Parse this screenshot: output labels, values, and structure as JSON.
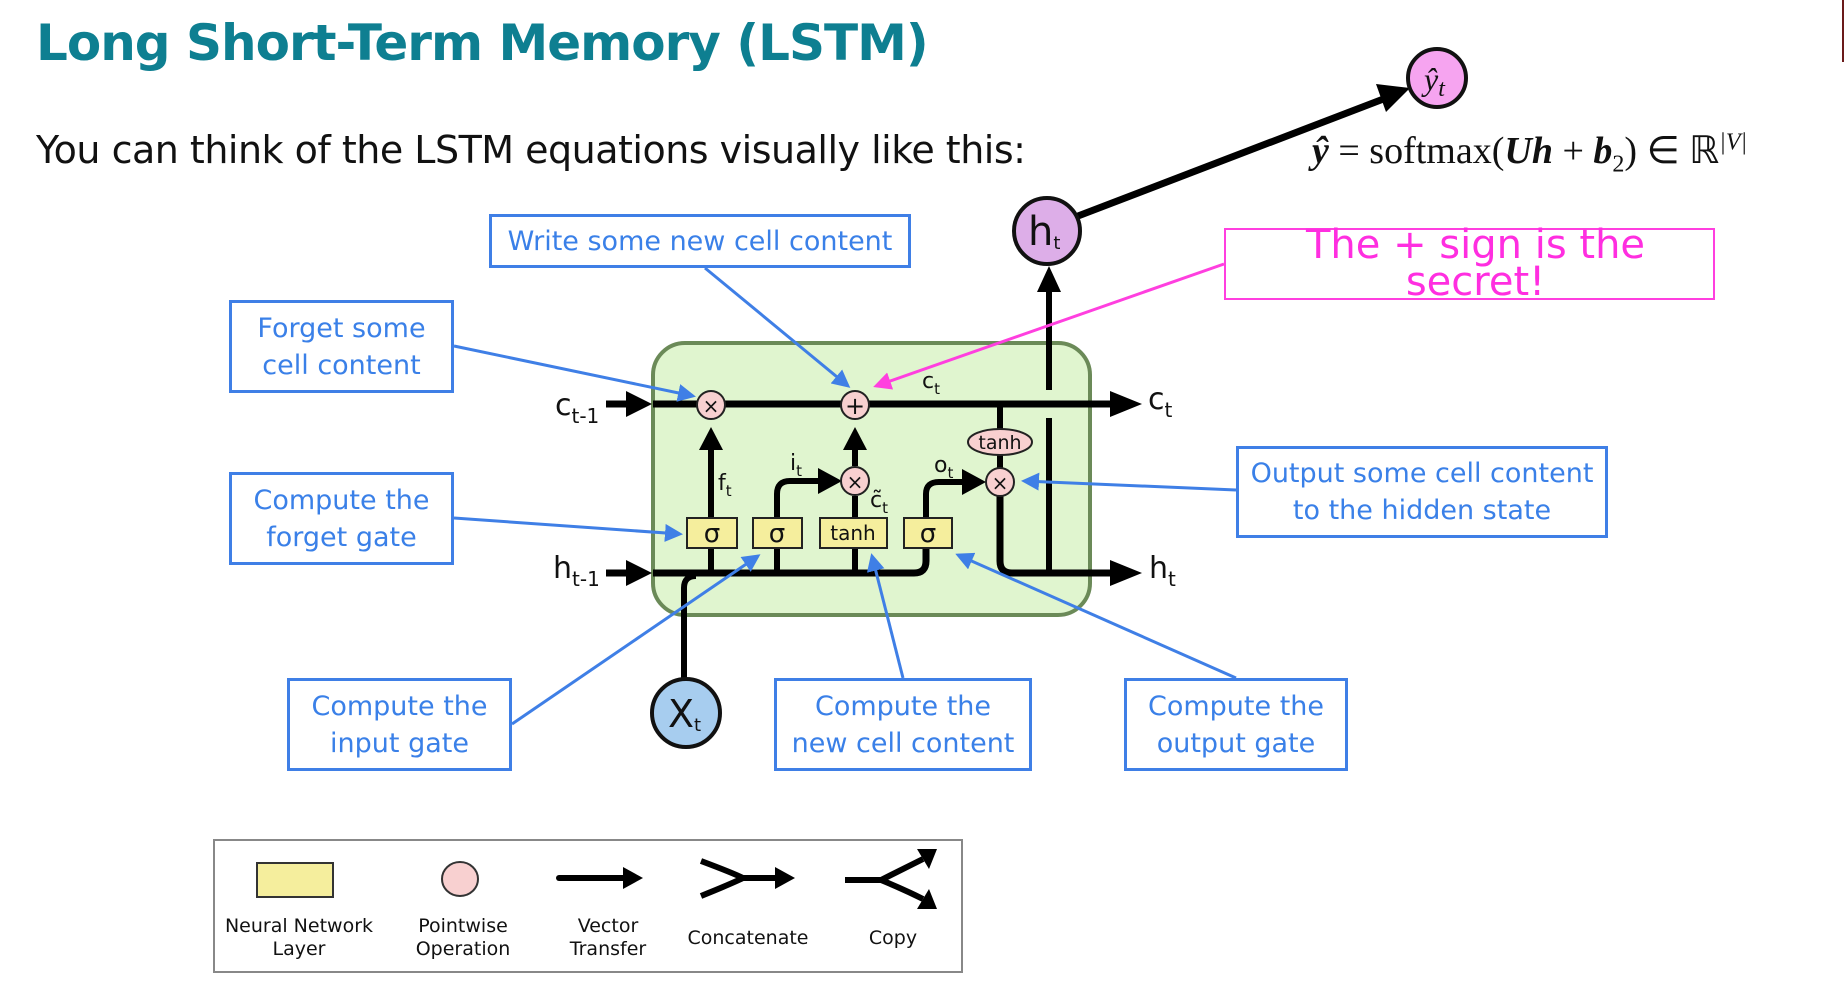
{
  "slide": {
    "title": "Long Short-Term Memory (LSTM)",
    "subtitle": "You can think of the LSTM equations visually like this:",
    "formula": {
      "lhs": "ŷ",
      "equals": " = softmax(",
      "U": "U",
      "h": "h",
      "plus": " + ",
      "b": "b",
      "b_sub": "2",
      "close_in": ") ∈ ℝ",
      "sup": "|V|"
    }
  },
  "annotations": {
    "write": "Write some new cell content",
    "forget": "Forget some\ncell content",
    "forget_gate": "Compute the\nforget gate",
    "input_gate": "Compute the\ninput gate",
    "new_cell": "Compute the\nnew cell content",
    "output_gate": "Compute the\noutput gate",
    "output": "Output some cell content\nto the hidden state",
    "secret": "The + sign is the secret!"
  },
  "diagram": {
    "inputs": {
      "c_prev": "c",
      "c_prev_sub": "t-1",
      "h_prev": "h",
      "h_prev_sub": "t-1",
      "x": "X",
      "x_sub": "t"
    },
    "outputs": {
      "c": "c",
      "c_sub": "t",
      "h": "h",
      "h_sub": "t",
      "h_node": "h",
      "h_node_sub": "t",
      "y_node": "ŷ",
      "y_node_sub": "t"
    },
    "gates": [
      {
        "name": "forget",
        "op": "σ",
        "signal": "f",
        "signal_sub": "t"
      },
      {
        "name": "input",
        "op": "σ",
        "signal": "i",
        "signal_sub": "t"
      },
      {
        "name": "candidate",
        "op": "tanh",
        "signal": "c̃",
        "signal_sub": "t"
      },
      {
        "name": "output",
        "op": "σ",
        "signal": "o",
        "signal_sub": "t"
      }
    ],
    "pointwise": {
      "forget_mult": "×",
      "add": "+",
      "input_mult": "×",
      "output_mult": "×",
      "tanh": "tanh"
    },
    "cell_state_label": "c",
    "cell_state_sub": "t"
  },
  "legend": {
    "items": [
      {
        "label": "Neural Network\nLayer"
      },
      {
        "label": "Pointwise\nOperation"
      },
      {
        "label": "Vector\nTransfer"
      },
      {
        "label": "Concatenate"
      },
      {
        "label": "Copy"
      }
    ]
  },
  "colors": {
    "title": "#0e7f91",
    "annotation_blue": "#3f7fe6",
    "annotation_pink": "#ff3fdf",
    "cell_fill": "#e0f5cf",
    "cell_border": "#6b8a58",
    "gate_fill": "#f5ee9d",
    "pointwise_fill": "#f8d0d0",
    "h_node_fill": "#ddaee8",
    "y_node_fill": "#f6a4f0",
    "x_node_fill": "#a7cdef"
  }
}
